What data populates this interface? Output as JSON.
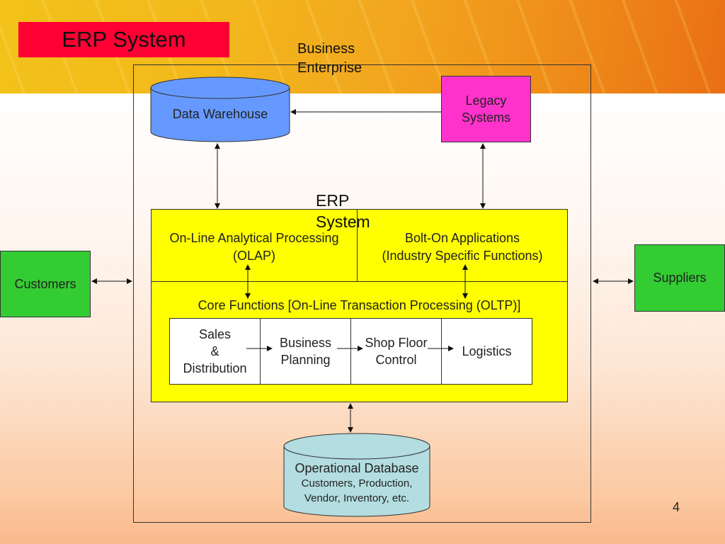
{
  "slide": {
    "title": "ERP System",
    "page_number": "4"
  },
  "enterprise": {
    "label_line1": "Business",
    "label_line2": "Enterprise"
  },
  "data_warehouse": {
    "label": "Data Warehouse"
  },
  "legacy_systems": {
    "line1": "Legacy",
    "line2": "Systems"
  },
  "erp": {
    "label_line1": "ERP",
    "label_line2": "System",
    "olap": {
      "line1": "On-Line Analytical Processing",
      "line2": "(OLAP)"
    },
    "bolt_on": {
      "line1": "Bolt-On Applications",
      "line2": "(Industry Specific Functions)"
    },
    "core_title": "Core Functions [On-Line Transaction Processing (OLTP)]",
    "core_functions": [
      {
        "lines": [
          "Sales",
          "&",
          "Distribution"
        ]
      },
      {
        "lines": [
          "Business",
          "Planning"
        ]
      },
      {
        "lines": [
          "Shop Floor",
          "Control"
        ]
      },
      {
        "lines": [
          "Logistics"
        ]
      }
    ]
  },
  "customers": {
    "label": "Customers"
  },
  "suppliers": {
    "label": "Suppliers"
  },
  "operational_db": {
    "title": "Operational Database",
    "line1": "Customers, Production,",
    "line2": "Vendor, Inventory, etc."
  },
  "colors": {
    "title_box": "#ff0033",
    "data_warehouse": "#6699ff",
    "legacy": "#ff33cc",
    "erp": "#ffff00",
    "external": "#33cc33",
    "operational_db": "#b3dde0"
  }
}
